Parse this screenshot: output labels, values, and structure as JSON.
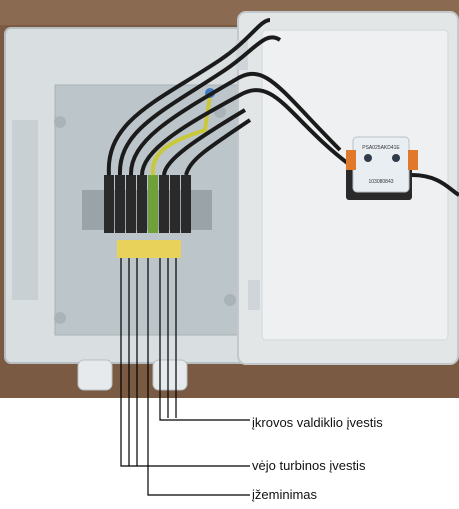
{
  "photo": {
    "subject": "electrical-enclosure",
    "module": {
      "text_line1": "PSA025AKD41E",
      "text_line2": "103080843"
    }
  },
  "callouts": {
    "charge_controller_input": "įkrovos valdiklio įvestis",
    "wind_turbine_input": "vėjo turbinos įvestis",
    "grounding": "įžeminimas"
  },
  "colors": {
    "wall": "#7a5a42",
    "enclosure": "#d9dee0",
    "panel": "#bfc8cc",
    "terminal_body": "#2a2a2a",
    "ground_terminal": "#6fa03a",
    "label_strip": "#e8d25a",
    "cable": "#1b1b1b",
    "ground_wire": "#c8c83a",
    "module_orange": "#e07a2a"
  }
}
